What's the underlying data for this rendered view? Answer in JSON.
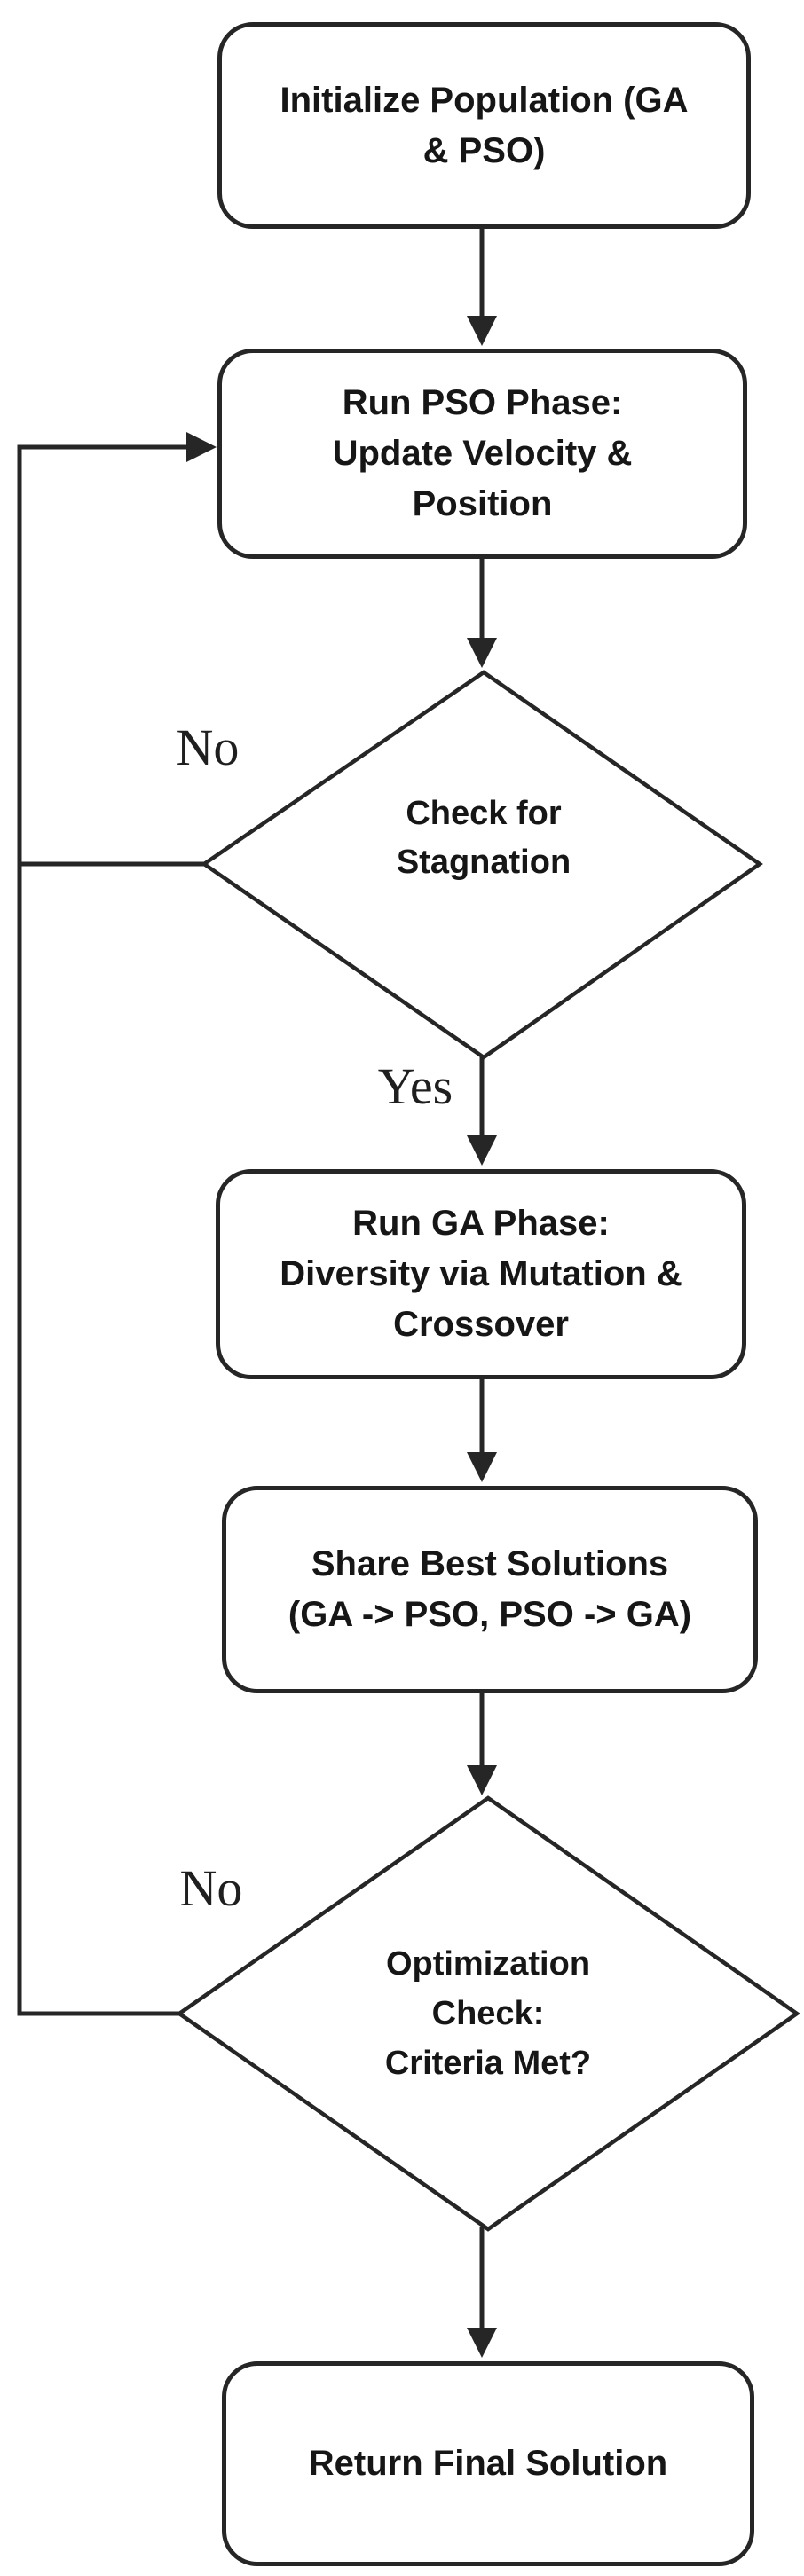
{
  "flowchart": {
    "background": "#ffffff",
    "stroke_color": "#262626",
    "text_color": "#161616",
    "nodes": {
      "init": {
        "type": "process",
        "label": "Initialize Population (GA\n& PSO)"
      },
      "pso": {
        "type": "process",
        "label": "Run PSO Phase:\nUpdate Velocity &\nPosition"
      },
      "stagnation": {
        "type": "decision",
        "label": "Check for\nStagnation"
      },
      "ga": {
        "type": "process",
        "label": "Run GA Phase:\nDiversity via Mutation &\nCrossover"
      },
      "share": {
        "type": "process",
        "label": "Share Best Solutions\n(GA -> PSO, PSO -> GA)"
      },
      "optcheck": {
        "type": "decision",
        "label": "Optimization\nCheck:\nCriteria Met?"
      },
      "final": {
        "type": "process",
        "label": "Return Final Solution"
      }
    },
    "edges": [
      {
        "from": "init",
        "to": "pso",
        "label": ""
      },
      {
        "from": "pso",
        "to": "stagnation",
        "label": ""
      },
      {
        "from": "stagnation",
        "to": "pso",
        "label": "No"
      },
      {
        "from": "stagnation",
        "to": "ga",
        "label": "Yes"
      },
      {
        "from": "ga",
        "to": "share",
        "label": ""
      },
      {
        "from": "share",
        "to": "optcheck",
        "label": ""
      },
      {
        "from": "optcheck",
        "to": "pso",
        "label": "No"
      },
      {
        "from": "optcheck",
        "to": "final",
        "label": ""
      }
    ]
  }
}
